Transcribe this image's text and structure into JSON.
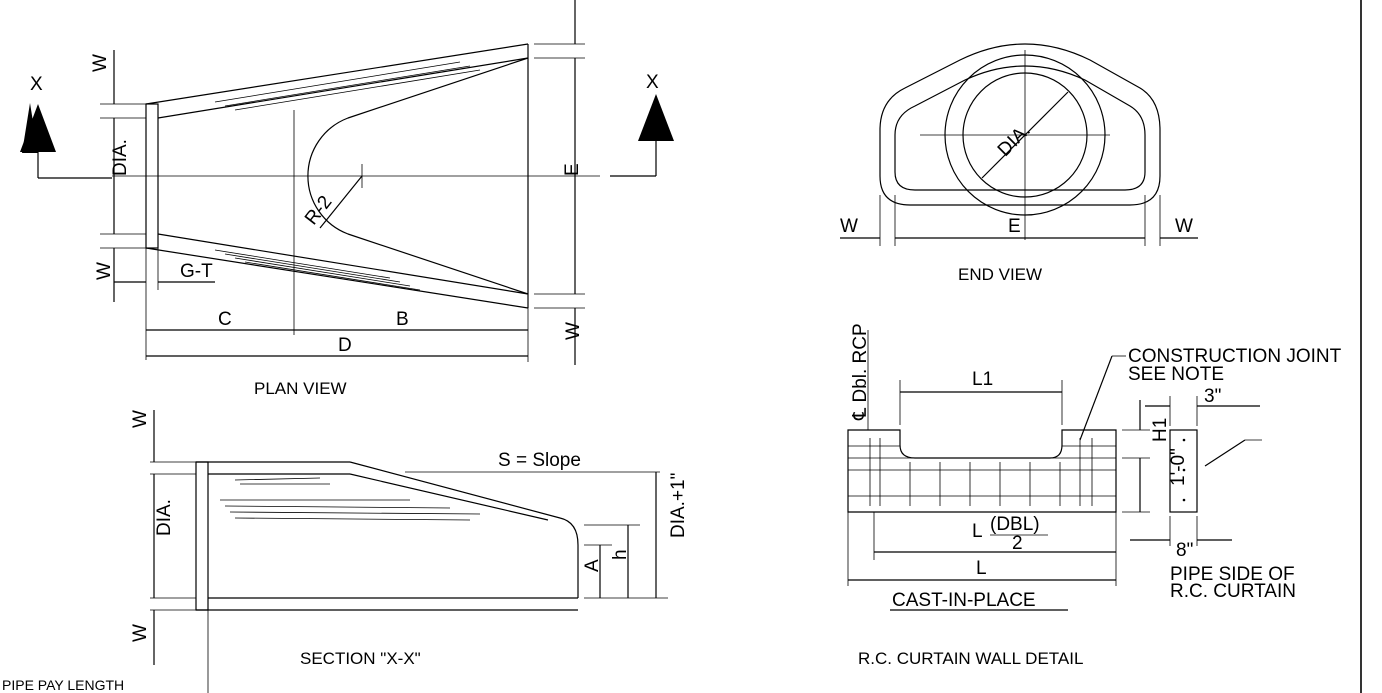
{
  "plan_view": {
    "title": "PLAN VIEW",
    "labels": {
      "x_left": "X",
      "x_right": "X",
      "w_top": "W",
      "w_bottom": "W",
      "w_right": "W",
      "dia": "DIA.",
      "r2": "R-2",
      "e": "E",
      "gt": "G-T",
      "c": "C",
      "b": "B",
      "d": "D"
    }
  },
  "end_view": {
    "title": "END VIEW",
    "labels": {
      "dia": "DIA.",
      "w_left": "W",
      "e": "E",
      "w_right": "W"
    }
  },
  "section_view": {
    "title": "SECTION \"X-X\"",
    "labels": {
      "w_top": "W",
      "dia": "DIA.",
      "w_bottom": "W",
      "slope": "S = Slope",
      "a": "A",
      "h": "h",
      "dia_plus": "DIA.+1\"",
      "pay_length": "PIPE PAY LENGTH"
    }
  },
  "curtain_wall": {
    "title": "R.C. CURTAIN WALL DETAIL",
    "labels": {
      "cl_rcp": "℄ Dbl. RCP",
      "joint_1": "CONSTRUCTION JOINT",
      "joint_2": "SEE NOTE",
      "l1": "L1",
      "h1": "H1",
      "one_ft": "1'-0\"",
      "three_in": "3\"",
      "eight_in": "8\"",
      "l_dbl": "L",
      "dbl": "(DBL)",
      "two": "2",
      "l": "L",
      "cast": "CAST-IN-PLACE",
      "pipe_side_1": "PIPE SIDE OF",
      "pipe_side_2": "R.C. CURTAIN"
    }
  }
}
